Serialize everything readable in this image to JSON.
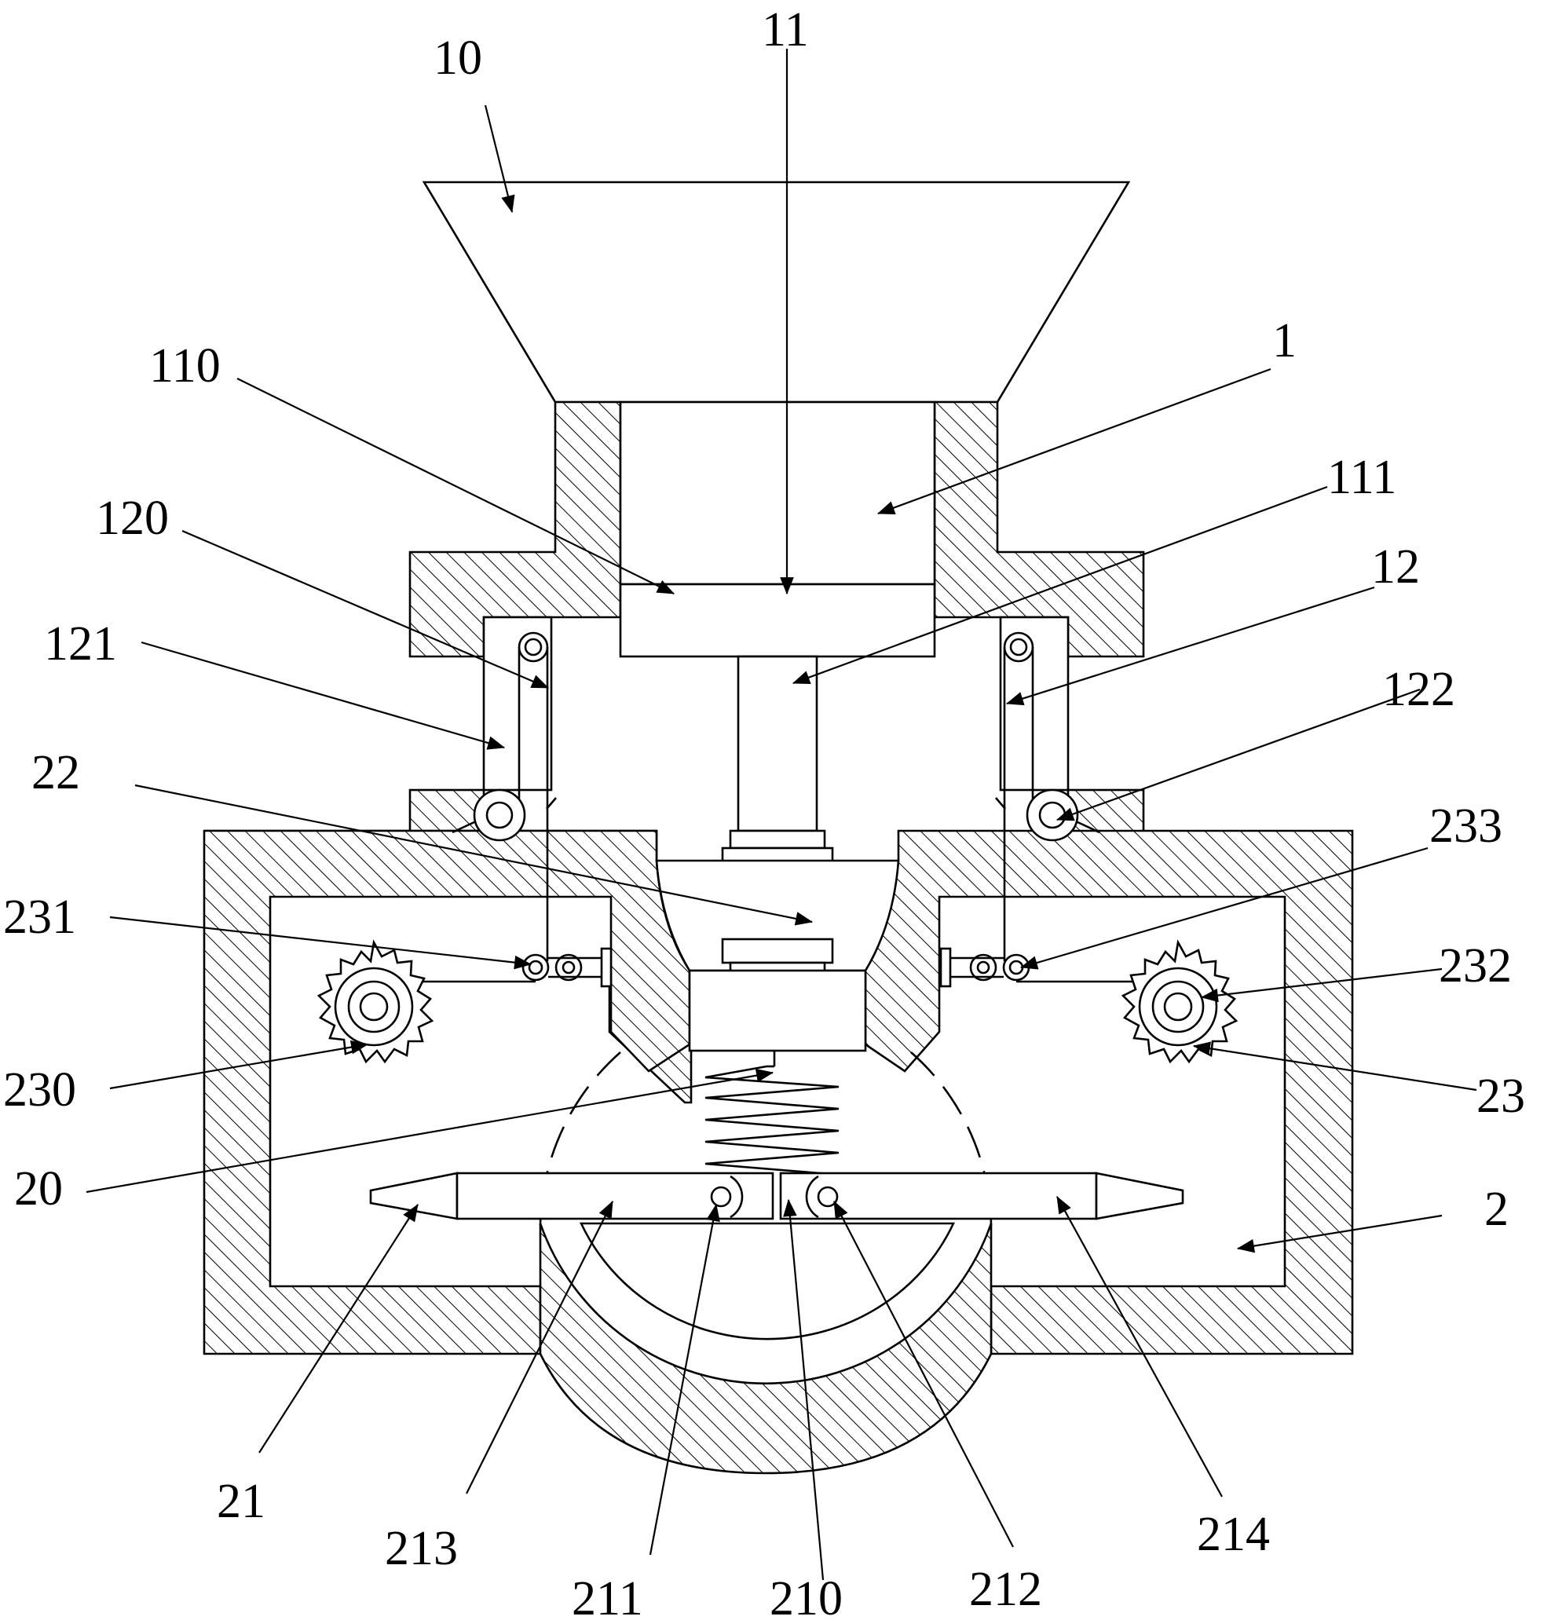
{
  "figure": {
    "reference_labels": {
      "l10": "10",
      "l11": "11",
      "l1": "1",
      "l110": "110",
      "l111": "111",
      "l120": "120",
      "l12": "12",
      "l121": "121",
      "l122": "122",
      "l22": "22",
      "l233": "233",
      "l231": "231",
      "l232": "232",
      "l230": "230",
      "l23": "23",
      "l20": "20",
      "l2": "2",
      "l21": "21",
      "l213": "213",
      "l211": "211",
      "l210": "210",
      "l212": "212",
      "l214": "214"
    }
  }
}
